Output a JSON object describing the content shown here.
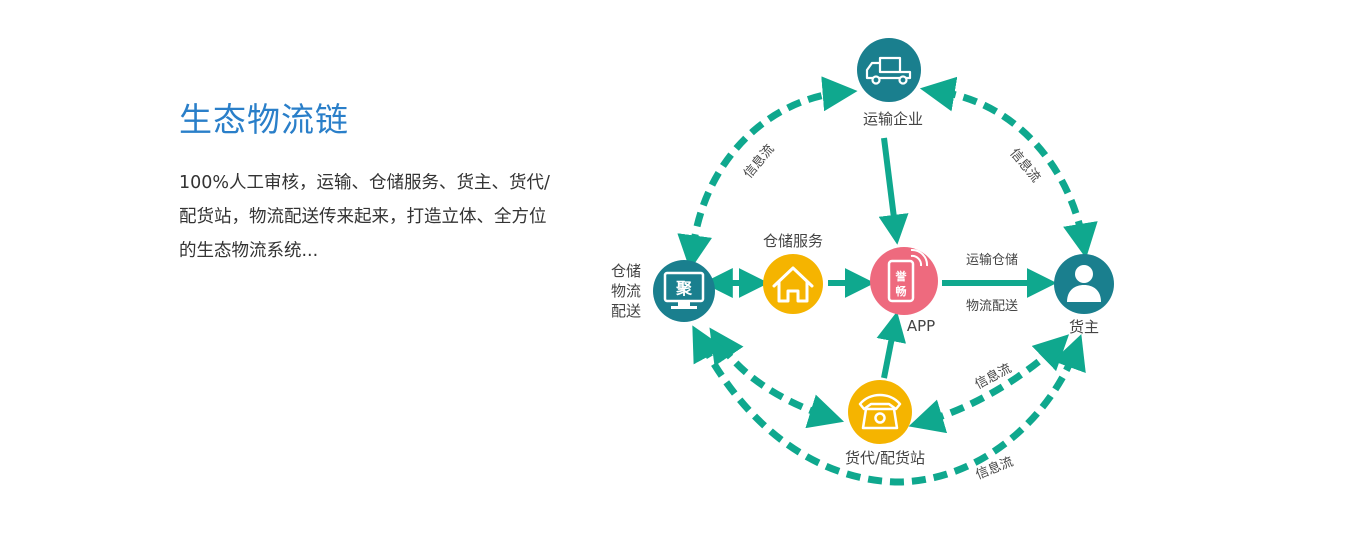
{
  "intro": {
    "title": "生态物流链",
    "description": "100%人工审核，运输、仓储服务、货主、货代/配货站，物流配送传来起来，打造立体、全方位的生态物流系统..."
  },
  "nodes": {
    "transport": {
      "label": "运输企业",
      "icon": "truck-icon",
      "color": "#1a7f8e"
    },
    "warehouse": {
      "label": "仓储服务",
      "icon": "house-icon",
      "color": "#f5b400"
    },
    "app": {
      "label": "APP",
      "icon": "phone-app-icon",
      "glyph_top": "誉",
      "glyph_bottom": "畅",
      "color": "#ee6a7e"
    },
    "owner": {
      "label": "货主",
      "icon": "person-icon",
      "color": "#1a7f8e"
    },
    "logistics": {
      "label": "仓储物流配送",
      "lines": [
        "仓储",
        "物流",
        "配送"
      ],
      "icon": "monitor-icon",
      "glyph": "聚",
      "color": "#1a7f8e"
    },
    "forwarder": {
      "label": "货代/配货站",
      "icon": "telephone-icon",
      "color": "#f5b400"
    }
  },
  "flows": {
    "info_flow": "信息流",
    "app_owner_top": "运输仓储",
    "app_owner_bottom": "物流配送"
  },
  "colors": {
    "arrow": "#0fa88e",
    "title": "#2a7fc9"
  }
}
